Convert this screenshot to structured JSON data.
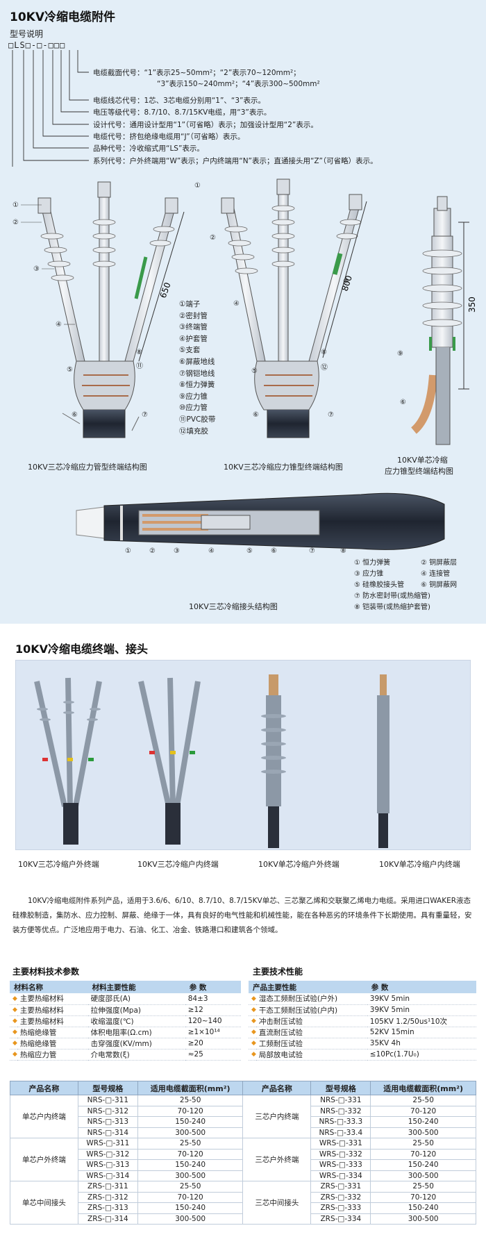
{
  "header": {
    "title": "10KV冷缩电缆附件",
    "model_subtitle": "型号说明",
    "model_code": "□LS□-□-□□□"
  },
  "model_legend": [
    "电缆截面代号：“1”表示25~50mm²；“2”表示70~120mm²；",
    "“3”表示150~240mm²；“4”表示300~500mm²",
    "电缆线芯代号：1芯、3芯电缆分别用“1”、“3”表示。",
    "电压等级代号：8.7/10、8.7/15KV电缆，用“3”表示。",
    "设计代号：通用设计型用“1”（可省略）表示；加强设计型用“2”表示。",
    "电缆代号：挤包绝缘电缆用“J”（可省略）表示。",
    "品种代号：冷收缩式用“LS”表示。",
    "系列代号：户外终端用“W”表示；户内终端用“N”表示；直通接头用“Z”（可省略）表示。"
  ],
  "diagram": {
    "dim_650": "650",
    "dim_800": "800",
    "dim_350": "350",
    "parts": [
      "①端子",
      "②密封管",
      "③终端管",
      "④护套管",
      "⑤支套",
      "⑥屏蔽地线",
      "⑦钢铠地线",
      "⑧恒力弹簧",
      "⑨应力锥",
      "⑩应力管",
      "⑪PVC胶带",
      "⑫填充胶"
    ],
    "captions": {
      "fig1": "10KV三芯冷缩应力管型终端结构图",
      "fig2": "10KV三芯冷缩应力锥型终端结构图",
      "fig3_line1": "10KV单芯冷缩",
      "fig3_line2": "应力锥型终端结构图",
      "joint": "10KV三芯冷缩接头结构图"
    },
    "joint_legend": [
      [
        "① 恒力弹簧",
        "② 铜屏蔽层"
      ],
      [
        "③ 应力锥",
        "④ 连接管"
      ],
      [
        "⑤ 硅橡胶接头管",
        "⑥ 铜屏蔽网"
      ],
      [
        "⑦ 防水密封带(或热缩管)",
        ""
      ],
      [
        "⑧ 铠装带(或热缩护套管)",
        ""
      ]
    ]
  },
  "products_section": {
    "title": "10KV冷缩电缆终端、接头",
    "photo_captions": [
      "10KV三芯冷缩户外终端",
      "10KV三芯冷缩户内终端",
      "10KV单芯冷缩户外终端",
      "10KV单芯冷缩户内终端"
    ],
    "description": "10KV冷缩电缆附件系列产品，适用于3.6/6、6/10、8.7/10、8.7/15KV单芯、三芯聚乙烯和交联聚乙烯电力电缆。采用进口WAKER液态硅橡胶制造，集防水、应力控制、屏蔽、绝缘于一体，具有良好的电气性能和机械性能，能在各种恶劣的环境条件下长期使用。具有重量轻，安装方便等优点。广泛地应用于电力、石油、化工、冶金、铁路港口和建筑各个领域。"
  },
  "material_specs": {
    "title": "主要材料技术参数",
    "headers": [
      "材料名称",
      "材料主要性能",
      "参 数"
    ],
    "rows": [
      [
        "主要热缩材料",
        "硬度邵氏(A)",
        "84±3"
      ],
      [
        "主要热缩材料",
        "拉伸强度(Mpa)",
        "≥12"
      ],
      [
        "主要热缩材料",
        "收缩温度(℃)",
        "120~140"
      ],
      [
        "热缩绝缘管",
        "体积电阻率(Ω.cm)",
        "≥1×10¹⁴"
      ],
      [
        "热缩绝缘管",
        "击穿强度(KV/mm)",
        "≥20"
      ],
      [
        "热缩应力管",
        "介电常数(ξ)",
        "≈25"
      ]
    ]
  },
  "tech_specs": {
    "title": "主要技术性能",
    "headers": [
      "产品主要性能",
      "参 数"
    ],
    "rows": [
      [
        "湿态工频耐压试验(户外)",
        "39KV 5min"
      ],
      [
        "干态工频耐压试验(户内)",
        "39KV 5min"
      ],
      [
        "冲击耐压试验",
        "105KV 1.2/50us¹10次"
      ],
      [
        "直流耐压试验",
        "52KV 15min"
      ],
      [
        "工频耐压试验",
        "35KV 4h"
      ],
      [
        "局部放电试验",
        "≤10Pc(1.7U₀)"
      ]
    ]
  },
  "product_table": {
    "headers": [
      "产品名称",
      "型号规格",
      "适用电缆截面积(mm²)",
      "产品名称",
      "型号规格",
      "适用电缆截面积(mm²)"
    ],
    "groups": [
      {
        "left_name": "单芯户内终端",
        "right_name": "三芯户内终端",
        "rows": [
          [
            "NRS-□-311",
            "25-50",
            "NRS-□-331",
            "25-50"
          ],
          [
            "NRS-□-312",
            "70-120",
            "NRS-□-332",
            "70-120"
          ],
          [
            "NRS-□-313",
            "150-240",
            "NRS-□-33.3",
            "150-240"
          ],
          [
            "NRS-□-314",
            "300-500",
            "NRS-□-33.4",
            "300-500"
          ]
        ]
      },
      {
        "left_name": "单芯户外终端",
        "right_name": "三芯户外终端",
        "rows": [
          [
            "WRS-□-311",
            "25-50",
            "WRS-□-331",
            "25-50"
          ],
          [
            "WRS-□-312",
            "70-120",
            "WRS-□-332",
            "70-120"
          ],
          [
            "WRS-□-313",
            "150-240",
            "WRS-□-333",
            "150-240"
          ],
          [
            "WRS-□-314",
            "300-500",
            "WRS-□-334",
            "300-500"
          ]
        ]
      },
      {
        "left_name": "单芯中间接头",
        "right_name": "三芯中间接头",
        "rows": [
          [
            "ZRS-□-311",
            "25-50",
            "ZRS-□-331",
            "25-50"
          ],
          [
            "ZRS-□-312",
            "70-120",
            "ZRS-□-332",
            "70-120"
          ],
          [
            "ZRS-□-313",
            "150-240",
            "ZRS-□-333",
            "150-240"
          ],
          [
            "ZRS-□-314",
            "300-500",
            "ZRS-□-334",
            "300-500"
          ]
        ]
      }
    ]
  },
  "colors": {
    "section_bg": "#e3eef7",
    "table_header": "#bdd7ef",
    "bullet": "#e8961e",
    "insulator": "#eef1f4",
    "cable_dark": "#2a2f3a"
  }
}
